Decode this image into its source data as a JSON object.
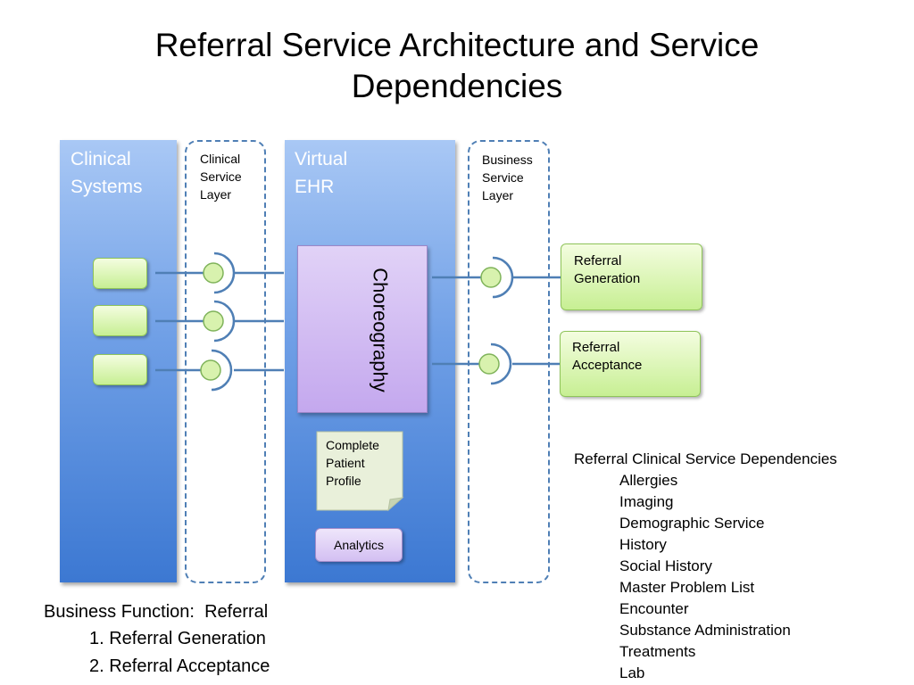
{
  "title": "Referral Service Architecture and Service Dependencies",
  "clinical_systems": {
    "label_line1": "Clinical",
    "label_line2": "Systems"
  },
  "clinical_service_layer": {
    "line1": "Clinical",
    "line2": "Service",
    "line3": "Layer"
  },
  "virtual_ehr": {
    "label_line1": "Virtual",
    "label_line2": "EHR"
  },
  "business_service_layer": {
    "line1": "Business",
    "line2": "Service",
    "line3": "Layer"
  },
  "choreography": "Choreography",
  "complete_patient_profile": {
    "line1": "Complete",
    "line2": "Patient",
    "line3": "Profile"
  },
  "analytics": "Analytics",
  "services": {
    "referral_generation": {
      "line1": "Referral",
      "line2": "Generation"
    },
    "referral_acceptance": {
      "line1": "Referral",
      "line2": "Acceptance"
    }
  },
  "dependencies": {
    "title": "Referral Clinical Service Dependencies",
    "items": [
      "Allergies",
      "Imaging",
      "Demographic Service",
      "History",
      "Social History",
      "Master Problem List",
      "Encounter",
      "Substance Administration",
      "Treatments",
      "Lab"
    ]
  },
  "business_function": {
    "heading": "Business Function:  Referral",
    "items": [
      "1. Referral Generation",
      "2. Referral Acceptance"
    ]
  },
  "colors": {
    "connector": "#4f7fb5",
    "node_fill": "#d8f2ae",
    "node_stroke": "#7fb35a"
  }
}
